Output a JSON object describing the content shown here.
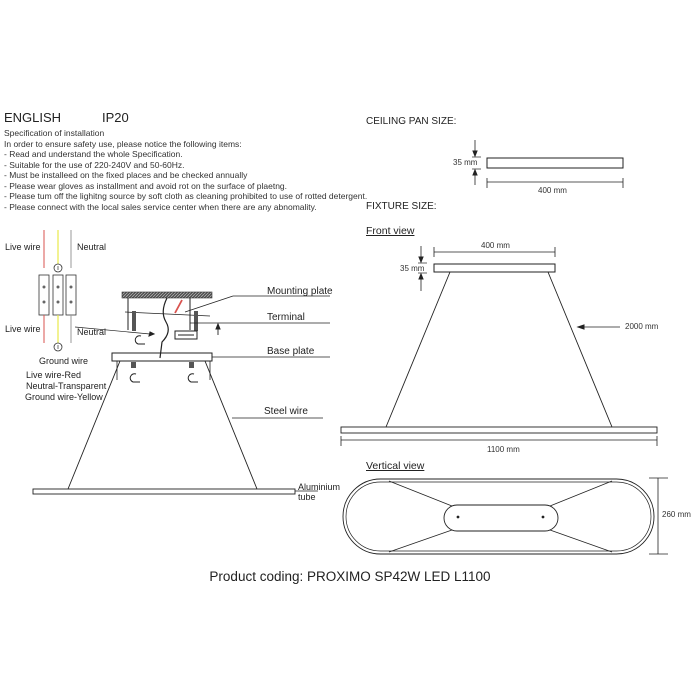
{
  "header": {
    "language": "ENGLISH",
    "ip_rating": "IP20"
  },
  "specification": {
    "title": "Specification of installation",
    "intro": "In order to ensure safety use, please notice the following items:",
    "items": [
      "- Read and understand the whole Specification.",
      "- Suitable for the use of 220-240V and 50-60Hz.",
      "- Must be installeed on the fixed places and be checked annually",
      "- Please wear gloves as installment and avoid rot on the surface of plaetng.",
      "- Please tum off the lighitng source by soft cloth as cleaning prohibited to use of rotted detergent.",
      "- Please connect with the local sales service center when there are any abnomality."
    ]
  },
  "wiring": {
    "live_top": "Live wire",
    "neutral_top": "Neutral",
    "live_bottom": "Live wire",
    "neutral_bottom": "Neutral",
    "ground": "Ground wire",
    "legend": [
      "Live wire-Red",
      "Neutral-Transparent",
      "Ground wire-Yellow"
    ],
    "colors": {
      "live": "#d9534f",
      "ground": "#e8e84a",
      "neutral": "#999999"
    }
  },
  "installation_labels": {
    "mounting_plate": "Mounting plate",
    "terminal": "Terminal",
    "base_plate": "Base plate",
    "steel_wire": "Steel wire",
    "aluminium_tube_1": "Aluminium",
    "aluminium_tube_2": "tube"
  },
  "ceiling_pan": {
    "title": "CEILING PAN  SIZE:",
    "height": "35 mm",
    "width": "400 mm"
  },
  "fixture": {
    "title": "FIXTURE SIZE:",
    "front_view": {
      "label": "Front view",
      "pan_width": "400 mm",
      "pan_height": "35 mm",
      "wire_length": "2000 mm",
      "tube_length": "1100 mm"
    },
    "vertical_view": {
      "label": "Vertical view",
      "width": "260 mm"
    }
  },
  "product": {
    "coding": "Product coding: PROXIMO SP42W LED L1100"
  }
}
